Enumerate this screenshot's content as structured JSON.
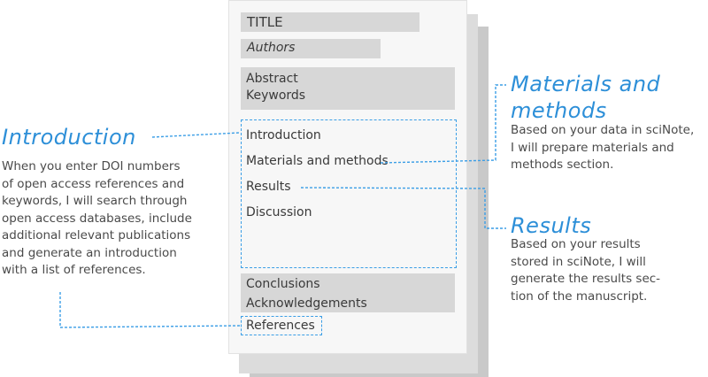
{
  "manuscript": {
    "title": "TITLE",
    "authors": "Authors",
    "abstract": "Abstract",
    "keywords": "Keywords",
    "introduction": "Introduction",
    "materials_methods": "Materials and methods",
    "results": "Results",
    "discussion": "Discussion",
    "conclusions": "Conclusions",
    "acknowledgements": "Acknowledgements",
    "references": "References"
  },
  "annotations": {
    "introduction": {
      "heading": "Introduction",
      "lines": [
        "When you enter DOI numbers",
        "of open access references and",
        "keywords, I will search through",
        "open access databases, include",
        "additional relevant publications",
        "and generate an introduction",
        "with a list of references."
      ]
    },
    "materials": {
      "heading_line1": "Materials and",
      "heading_line2": "methods",
      "lines": [
        "Based on your data in sciNote,",
        "I will prepare materials and",
        "methods section."
      ]
    },
    "results": {
      "heading": "Results",
      "lines": [
        "Based on your results",
        "stored in sciNote, I will",
        "generate the results sec-",
        "tion of the manuscript."
      ]
    }
  },
  "colors": {
    "accent": "#2d8fd8",
    "box_gray": "#d7d7d7"
  }
}
